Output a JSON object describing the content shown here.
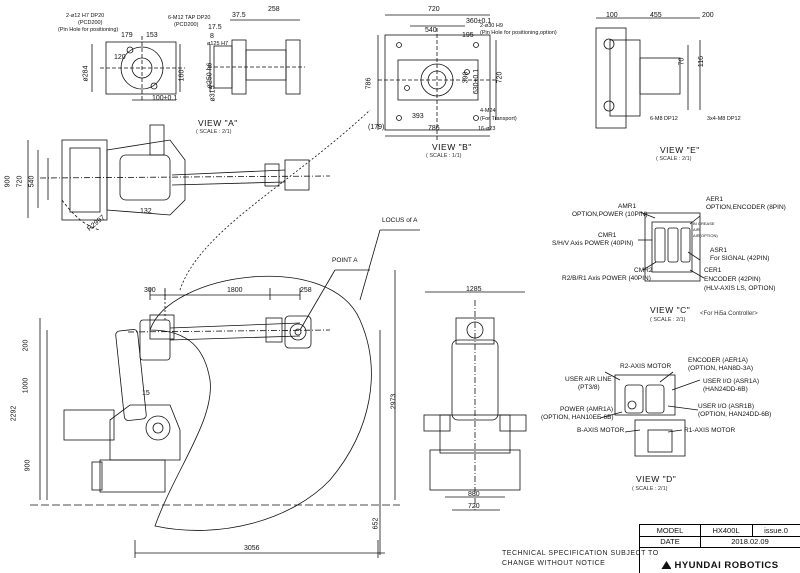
{
  "views": {
    "a": {
      "title": "VIEW \"A\"",
      "scale": "( SCALE : 2/1)"
    },
    "b": {
      "title": "VIEW \"B\"",
      "scale": "( SCALE : 1/1)"
    },
    "e": {
      "title": "VIEW \"E\"",
      "scale": "( SCALE : 2/1)"
    },
    "c": {
      "title": "VIEW \"C\"",
      "scale": "( SCALE : 2/1)",
      "note": "<For Hi5a Controller>"
    },
    "d": {
      "title": "VIEW \"D\"",
      "scale": "( SCALE : 2/1)"
    }
  },
  "view_a_dims": {
    "pin_hole": "2-ø12 H7 DP20",
    "pin_hole_pcd": "(PCD200)",
    "pin_hole_note": "(Pin Hole for positioning)",
    "tap_hole": "6-M12 TAP DP20",
    "tap_hole_pcd": "(PCD200)",
    "d179": "179",
    "d153": "153",
    "d120": "120",
    "d160": "160",
    "dia284": "ø284",
    "d100": "100±0.1",
    "d37_5": "37.5",
    "d258": "258",
    "d17_5": "17.5",
    "d8": "8",
    "dia125": "ø125 H7",
    "dia250": "ø250 h6",
    "dia315": "ø315"
  },
  "view_b_dims": {
    "d720": "720",
    "d360": "360±0.1",
    "d540": "540",
    "d195": "195",
    "hole": "2-ø30 H9",
    "hole_note": "(Pin Hole for positioning,option)",
    "d786_v": "786",
    "d390": "390",
    "d630": "630±0.1",
    "d720_v": "720",
    "d393": "393",
    "d786": "786",
    "m24": "4-M24",
    "m24_note": "(For Transport)",
    "hole23": "16-ø23",
    "d179": "(179)"
  },
  "view_e_dims": {
    "d100": "100",
    "d455": "455",
    "d200": "200",
    "d70": "70",
    "d116": "116",
    "m8": "6-M8 DP12",
    "m8b": "3x4-M8 DP12"
  },
  "view_c_labels": {
    "amr1": "AMR1",
    "amr1_desc": "OPTION,POWER (10PIN)",
    "aer1": "AER1",
    "aer1_desc": "OPTION,ENCODER (8PIN)",
    "cmr1": "CMR1",
    "cmr1_desc": "S/H/V Axis POWER (40PIN)",
    "asr1": "ASR1",
    "asr1_desc": "For SIGNAL (42PIN)",
    "cmr2": "CMR2",
    "cmr2_desc": "R2/B/R1 Axis POWER (40PIN)",
    "cer1": "CER1",
    "cer1_desc": "ENCODER (42PIN)",
    "cer1_desc2": "(HLV-AXIS LS, OPTION)",
    "grease": "BI GREASE",
    "air": "AIR",
    "air_opt": "AIR(OPTION)"
  },
  "view_d_labels": {
    "r2": "R2-AXIS MOTOR",
    "enc": "ENCODER (AER1A)",
    "enc2": "(OPTION, HAN8D-3A)",
    "air": "USER AIR LINE",
    "air2": "(PT3/8)",
    "uio_a": "USER I/O (ASR1A)",
    "uio_a2": "(HAN24DD-6B)",
    "uio_b": "USER I/O (ASR1B)",
    "uio_b2": "(OPTION, HAN24DD-6B)",
    "power": "POWER (AMR1A)",
    "power2": "(OPTION, HAN10EE-6B)",
    "b_axis": "B-AXIS MOTOR",
    "r1": "R1-AXIS MOTOR"
  },
  "main_dims": {
    "d300": "300",
    "d1800": "1800",
    "d258": "258",
    "point_a": "POINT  A",
    "locus": "LOCUS of A",
    "d200": "200",
    "d1000": "1000",
    "d2292": "2292",
    "d900": "900",
    "d2973": "2973",
    "d3056": "3056",
    "d652": "652",
    "d15": "15",
    "top_d900": "900",
    "top_d720": "720",
    "top_d540": "540",
    "top_d132": "132",
    "top_r2997": "R2997",
    "front_1285": "1285",
    "front_880": "880",
    "front_720": "720"
  },
  "title_block": {
    "model_label": "MODEL",
    "model_value": "HX400L",
    "issue": "issue.0",
    "date_label": "DATE",
    "date_value": "2018.02.09",
    "brand": "HYUNDAI ROBOTICS"
  },
  "notice": {
    "line1": "TECHNICAL SPECIFICATION SUBJECT TO",
    "line2": "CHANGE WITHOUT NOTICE"
  }
}
